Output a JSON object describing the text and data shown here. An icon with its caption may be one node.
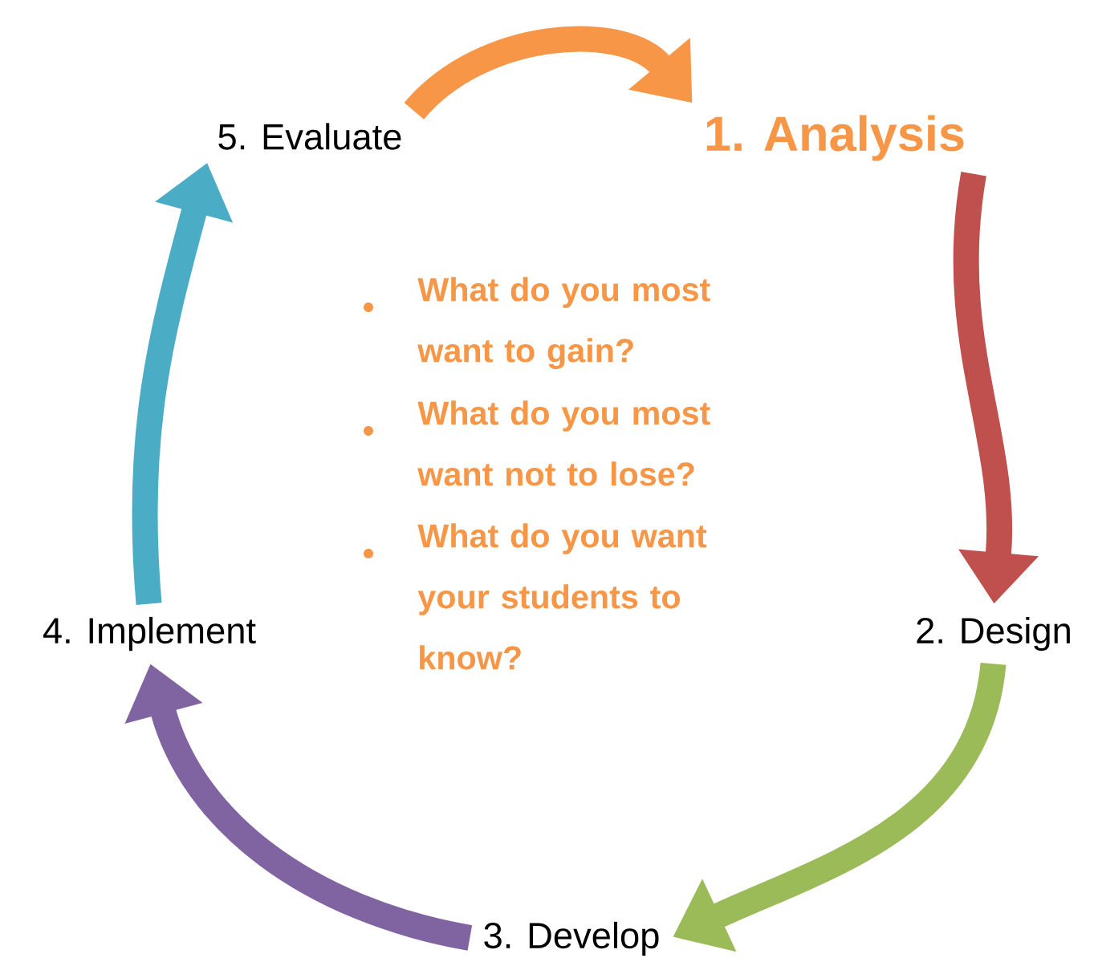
{
  "diagram": {
    "nodes": [
      {
        "text": [
          "1. Analysis"
        ]
      },
      {
        "text": [
          "2. Design"
        ]
      },
      {
        "text": [
          "3. Develop"
        ]
      },
      {
        "text": [
          "4. Implement"
        ]
      },
      {
        "text": [
          "5. Evaluate"
        ]
      }
    ],
    "edges": [
      {
        "from": 4,
        "to": 0,
        "arrow": "to",
        "color": "#f79646"
      },
      {
        "from": 0,
        "to": 1,
        "arrow": "to",
        "color": "#c0504d"
      },
      {
        "from": 1,
        "to": 2,
        "arrow": "to",
        "color": "#9bbb59"
      },
      {
        "from": 2,
        "to": 3,
        "arrow": "to",
        "color": "#8064a2"
      },
      {
        "from": 3,
        "to": 4,
        "arrow": "to",
        "color": "#4bacc6"
      }
    ],
    "labels": [
      "What do you most want to gain?",
      "What do you most want not to lose?",
      "What do you want your students to know?"
    ]
  }
}
